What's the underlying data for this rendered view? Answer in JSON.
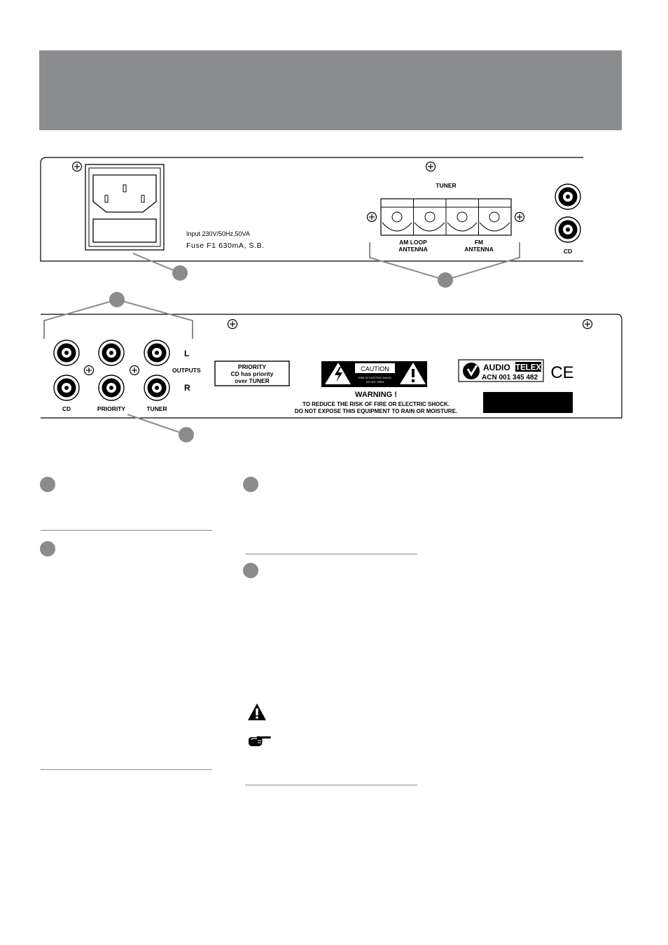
{
  "top_panel": {
    "power_rating": "Input  230V/50Hz,50VA",
    "fuse_rating": "Fuse  F1   630mA,  S.B.",
    "tuner_title": "TUNER",
    "am_label_1": "AM LOOP",
    "am_label_2": "ANTENNA",
    "fm_label_1": "FM",
    "fm_label_2": "ANTENNA",
    "cd_input_label": "CD"
  },
  "bottom_panel": {
    "left_label": "L",
    "right_label": "R",
    "outputs_label": "OUTPUTS",
    "cd_label": "CD",
    "priority_label": "PRIORITY",
    "tuner_label": "TUNER",
    "priority_box_1": "PRIORITY",
    "priority_box_2": "CD has priority",
    "priority_box_3": "over TUNER",
    "caution_label": "CAUTION",
    "caution_sub_1": "RISK OF ELECTRIC SHOCK",
    "caution_sub_2": "DO NOT OPEN",
    "warning_title": "WARNING !",
    "warning_line_1": "TO REDUCE THE RISK OF FIRE OR ELECTRIC SHOCK.",
    "warning_line_2": "DO NOT EXPOSE THIS EQUIPMENT TO RAIN OR MOISTURE.",
    "brand_1": "AUDIO",
    "brand_2": "TELEX",
    "acn": "ACN 001 345 482",
    "ce_mark": "CE"
  },
  "colors": {
    "accent_gray": "#8a8b8d",
    "ink": "#000000"
  },
  "icons": [
    "screw-icon",
    "warning-triangle-icon",
    "pointing-hand-icon",
    "lightning-icon"
  ]
}
